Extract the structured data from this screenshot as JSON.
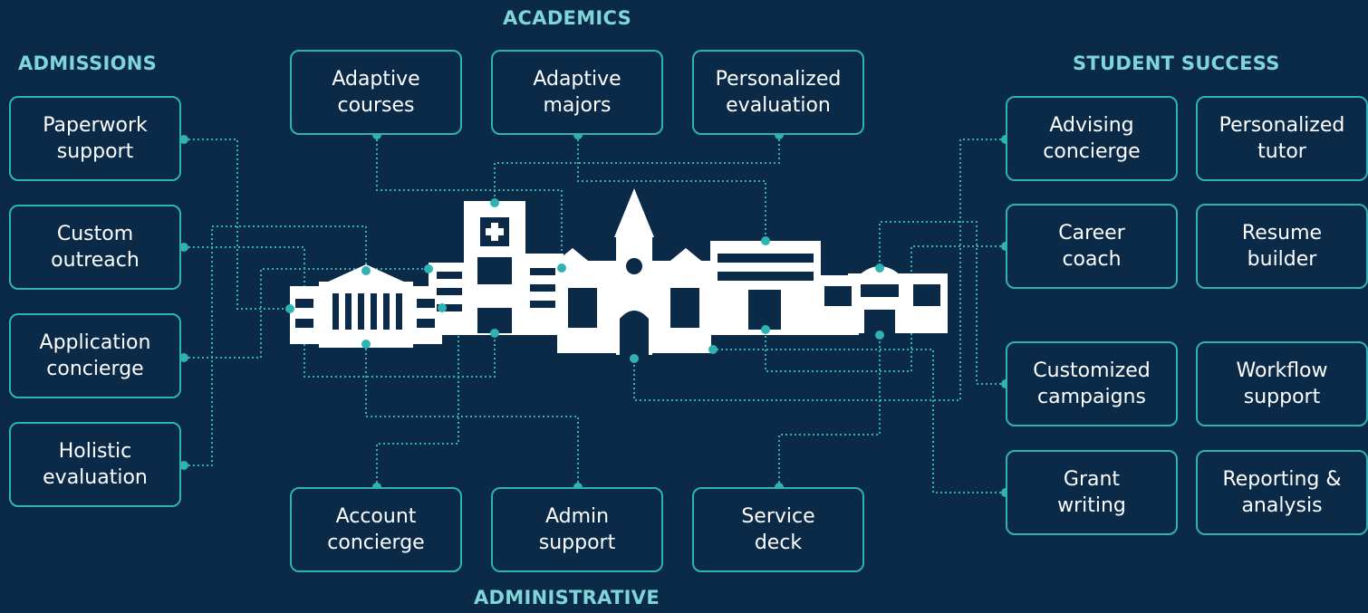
{
  "diagram": {
    "colors": {
      "background": "#0b2a47",
      "accent": "#2fb2b4",
      "heading": "#7fd6d9",
      "text": "#ffffff"
    },
    "center_image": "campus-buildings-icon",
    "sections": {
      "academics": {
        "title": "ACADEMICS",
        "items": [
          "Adaptive\ncourses",
          "Adaptive\nmajors",
          "Personalized\nevaluation"
        ]
      },
      "admissions": {
        "title": "ADMISSIONS",
        "items": [
          "Paperwork\nsupport",
          "Custom\noutreach",
          "Application\nconcierge",
          "Holistic\nevaluation"
        ]
      },
      "student_success": {
        "title": "STUDENT SUCCESS",
        "items": [
          "Advising\nconcierge",
          "Personalized\ntutor",
          "Career\ncoach",
          "Resume\nbuilder",
          "Customized\ncampaigns",
          "Workflow\nsupport",
          "Grant\nwriting",
          "Reporting &\nanalysis"
        ]
      },
      "administrative": {
        "title": "ADMINISTRATIVE",
        "items": [
          "Account\nconcierge",
          "Admin\nsupport",
          "Service\ndeck"
        ]
      }
    }
  }
}
